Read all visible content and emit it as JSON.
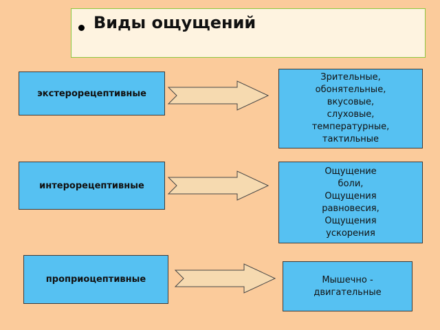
{
  "title": "Виды ощущений",
  "rows": [
    {
      "source": "экстерорецептивные",
      "target": "Зрительные,\nобонятельные,\nвкусовые,\nслуховые,\nтемпературные,\nтактильные"
    },
    {
      "source": "интерорецептивные",
      "target": "Ощущение\nболи,\nОщущения\nравновесия,\nОщущения\nускорения"
    },
    {
      "source": "проприоцептивные",
      "target": "Мышечно -\nдвигательные"
    }
  ],
  "colors": {
    "background": "#FBCB9B",
    "title_box": "#FEF3E0",
    "title_border": "#8CC63F",
    "box_fill": "#56C1F2",
    "arrow_fill": "#F6DAB0"
  }
}
